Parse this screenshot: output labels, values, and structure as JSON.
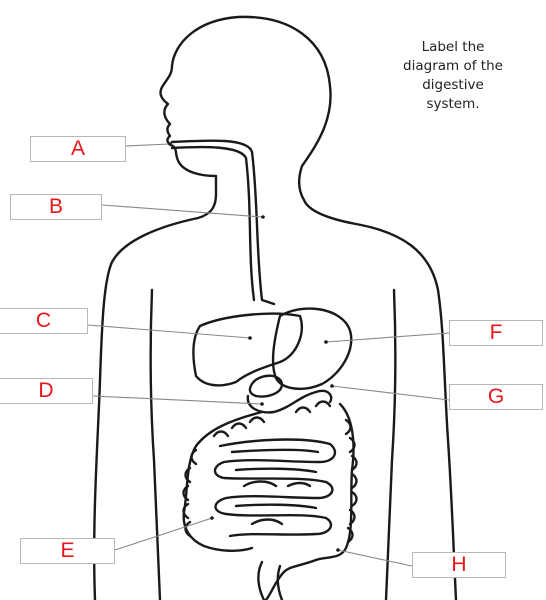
{
  "instruction": [
    "Label the",
    "diagram of the",
    "digestive",
    "system."
  ],
  "labels": {
    "a": "A",
    "b": "B",
    "c": "C",
    "d": "D",
    "e": "E",
    "f": "F",
    "g": "G",
    "h": "H"
  },
  "colors": {
    "label_text": "#e8161b",
    "outline": "#1a1a1a",
    "leader_line": "#888888"
  }
}
